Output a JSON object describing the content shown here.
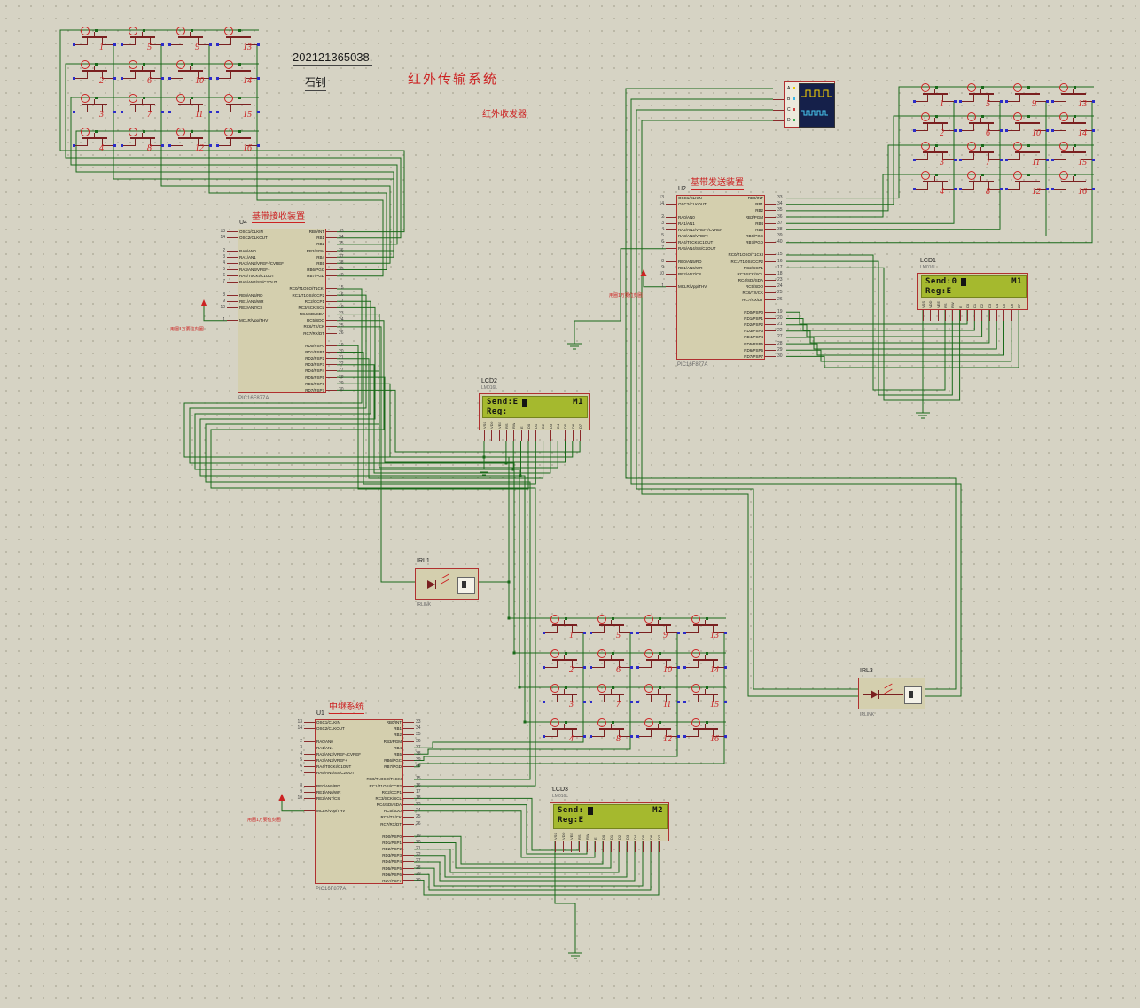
{
  "header": {
    "student_id": "202121365038.",
    "author": "石钊",
    "title": "红外传输系统",
    "subtitle": "红外收发器"
  },
  "colors": {
    "wire": "#1a6a1a",
    "component_outline": "#b03030",
    "lcd_screen": "#a5b92e",
    "label_red": "#cc2222",
    "background": "#d6d3c4"
  },
  "mcus": [
    {
      "ref": "U4",
      "tag": "基带接收装置",
      "part": "PIC16F877A",
      "note": "用圈1万要位刻圈"
    },
    {
      "ref": "U2",
      "tag": "基带发送装置",
      "part": "PIC16F877A",
      "note": "用圈1万要位刻圈"
    },
    {
      "ref": "U1",
      "tag": "中继系统",
      "part": "PIC16F877A",
      "note": "用圈1万要位刻圈"
    }
  ],
  "mcu_pins": {
    "left": [
      {
        "n": "13",
        "t": "OSC1/CLKIN"
      },
      {
        "n": "14",
        "t": "OSC2/CLKOUT"
      },
      null,
      {
        "n": "2",
        "t": "RA0/AN0"
      },
      {
        "n": "3",
        "t": "RA1/AN1"
      },
      {
        "n": "4",
        "t": "RA2/AN2/VREF-/CVREF"
      },
      {
        "n": "5",
        "t": "RA3/AN3/VREF+"
      },
      {
        "n": "6",
        "t": "RA4/T0CKI/C1OUT"
      },
      {
        "n": "7",
        "t": "RA5/AN4/SS/C2OUT"
      },
      null,
      {
        "n": "8",
        "t": "RE0/AN5/RD"
      },
      {
        "n": "9",
        "t": "RE1/AN6/WR"
      },
      {
        "n": "10",
        "t": "RE2/AN7/CS"
      },
      null,
      {
        "n": "1",
        "t": "MCLR/Vpp/THV"
      }
    ],
    "right": [
      {
        "n": "33",
        "t": "RB0/INT"
      },
      {
        "n": "34",
        "t": "RB1"
      },
      {
        "n": "35",
        "t": "RB2"
      },
      {
        "n": "36",
        "t": "RB3/PGM"
      },
      {
        "n": "37",
        "t": "RB4"
      },
      {
        "n": "38",
        "t": "RB5"
      },
      {
        "n": "39",
        "t": "RB6/PGC"
      },
      {
        "n": "40",
        "t": "RB7/PGD"
      },
      null,
      {
        "n": "15",
        "t": "RC0/T1OSO/T1CKI"
      },
      {
        "n": "16",
        "t": "RC1/T1OSI/CCP2"
      },
      {
        "n": "17",
        "t": "RC2/CCP1"
      },
      {
        "n": "18",
        "t": "RC3/SCK/SCL"
      },
      {
        "n": "23",
        "t": "RC4/SDI/SDA"
      },
      {
        "n": "24",
        "t": "RC5/SDO"
      },
      {
        "n": "25",
        "t": "RC6/TX/CK"
      },
      {
        "n": "26",
        "t": "RC7/RX/DT"
      },
      null,
      {
        "n": "19",
        "t": "RD0/PSP0"
      },
      {
        "n": "20",
        "t": "RD1/PSP1"
      },
      {
        "n": "21",
        "t": "RD2/PSP2"
      },
      {
        "n": "22",
        "t": "RD3/PSP3"
      },
      {
        "n": "27",
        "t": "RD4/PSP4"
      },
      {
        "n": "28",
        "t": "RD5/PSP5"
      },
      {
        "n": "29",
        "t": "RD6/PSP6"
      },
      {
        "n": "30",
        "t": "RD7/PSP7"
      }
    ]
  },
  "lcds": [
    {
      "ref": "LCD2",
      "part": "LM016L",
      "line1": "Send:E",
      "line2": "Reg:",
      "tag": "M1"
    },
    {
      "ref": "LCD1",
      "part": "LM016L",
      "line1": "Send:0",
      "line2": "Reg:E",
      "tag": "M1"
    },
    {
      "ref": "LCD3",
      "part": "LM016L",
      "line1": "Send:",
      "line2": "Reg:E",
      "tag": "M2"
    }
  ],
  "lcd_pins": [
    "VSS",
    "VDD",
    "VEE",
    "RS",
    "RW",
    "E",
    "D0",
    "D1",
    "D2",
    "D3",
    "D4",
    "D5",
    "D6",
    "D7"
  ],
  "keypad_labels": [
    [
      "1",
      "5",
      "9",
      "13"
    ],
    [
      "2",
      "6",
      "10",
      "14"
    ],
    [
      "3",
      "7",
      "11",
      "15"
    ],
    [
      "4",
      "8",
      "12",
      "16"
    ]
  ],
  "irlinks": [
    {
      "ref": "IRL1",
      "part": "IRLINK"
    },
    {
      "ref": "IRL3",
      "part": "IRLINK"
    }
  ],
  "oscilloscope": {
    "channels": [
      "A",
      "B",
      "C",
      "D"
    ]
  }
}
